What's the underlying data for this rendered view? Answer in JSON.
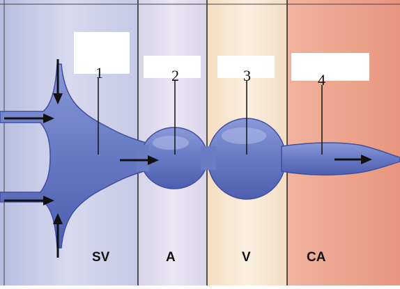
{
  "zones": [
    {
      "abbr": "SV",
      "number": "1"
    },
    {
      "abbr": "A",
      "number": "2"
    },
    {
      "abbr": "V",
      "number": "3"
    },
    {
      "abbr": "CA",
      "number": "4"
    }
  ],
  "colors": {
    "sv_panel": "#cdd0ea",
    "a_panel": "#e0dced",
    "v_panel": "#f7e7d0",
    "ca_panel": "#eea892",
    "heart_fill": "#6d7fc7",
    "heart_edge": "#3f4f9f",
    "arrow": "#111111",
    "label_box": "#ffffff"
  }
}
